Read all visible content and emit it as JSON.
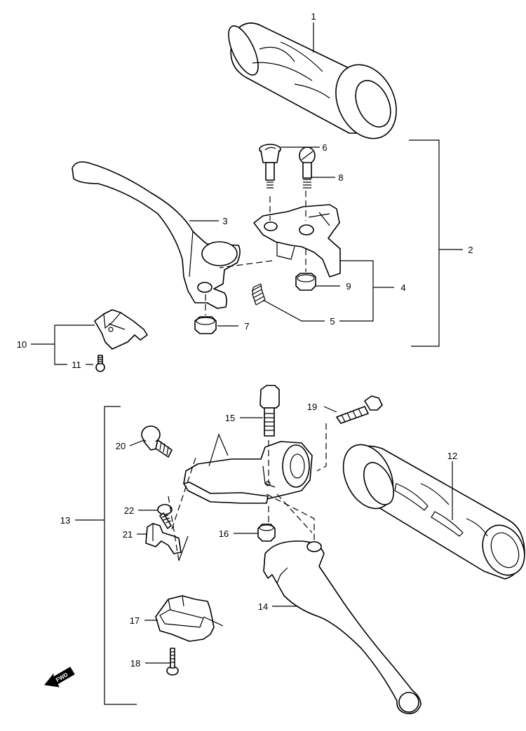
{
  "diagram": {
    "labels": {
      "p1": "1",
      "p2": "2",
      "p3": "3",
      "p4": "4",
      "p5": "5",
      "p6": "6",
      "p7": "7",
      "p8": "8",
      "p9": "9",
      "p10": "10",
      "p11": "11",
      "p12": "12",
      "p13": "13",
      "p14": "14",
      "p15": "15",
      "p16": "16",
      "p17": "17",
      "p18": "18",
      "p19": "19",
      "p20": "20",
      "p21": "21",
      "p22": "22"
    },
    "fwd_arrow_text": "FWD"
  }
}
